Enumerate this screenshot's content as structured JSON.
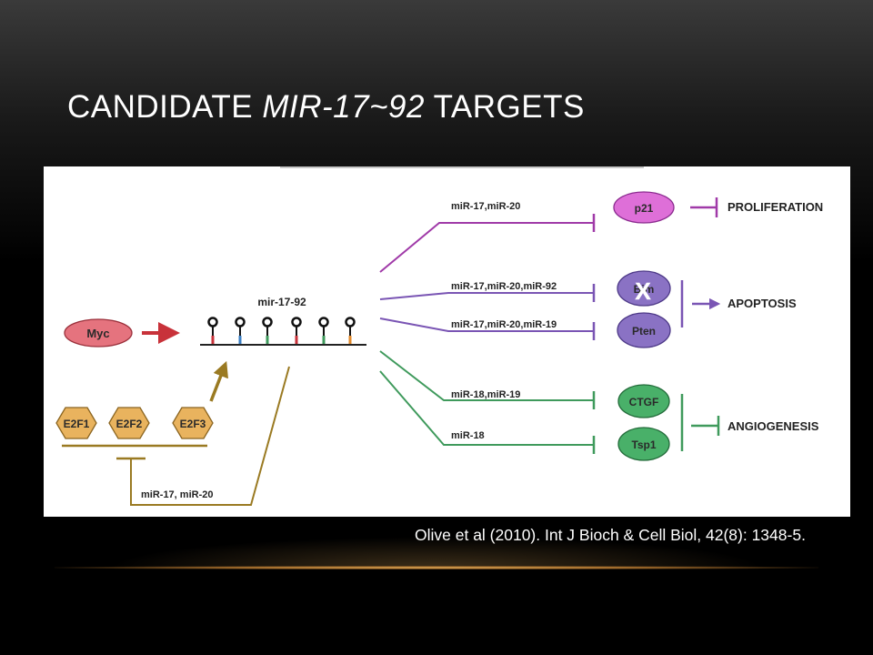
{
  "slide": {
    "title_pre": "CANDIDATE ",
    "title_em": "MIR-17~92",
    "title_post": " TARGETS",
    "citation": "Olive et al (2010). Int J Bioch & Cell Biol, 42(8): 1348-5."
  },
  "diagram": {
    "cluster_label": "mir-17-92",
    "myc": "Myc",
    "e2f": [
      "E2F1",
      "E2F2",
      "E2F3"
    ],
    "feedback_label": "miR-17, miR-20",
    "targets": {
      "p21": "p21",
      "bim": "Bim",
      "bim_mark": "X",
      "pten": "Pten",
      "ctgf": "CTGF",
      "tsp1": "Tsp1"
    },
    "mirna_labels": {
      "p21": "miR-17,miR-20",
      "bim": "miR-17,miR-20,miR-92",
      "pten": "miR-17,miR-20,miR-19",
      "ctgf": "miR-18,miR-19",
      "tsp1": "miR-18"
    },
    "outcomes": {
      "proliferation": "PROLIFERATION",
      "apoptosis": "APOPTOSIS",
      "angiogenesis": "ANGIOGENESIS"
    },
    "colors": {
      "magenta": "#a03aa8",
      "purple": "#7a55b4",
      "green": "#3f9a5c",
      "olive": "#9a7a22",
      "red": "#c8323a",
      "pink_fill": "#de6fd8",
      "lavender_fill": "#8a72c4",
      "green_fill": "#49b069",
      "myc_fill": "#e5737e",
      "e2f_fill": "#e9b35e"
    }
  }
}
